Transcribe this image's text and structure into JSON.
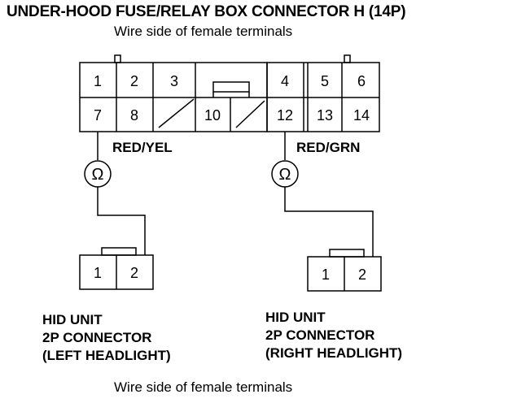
{
  "header": {
    "title": "UNDER-HOOD FUSE/RELAY BOX CONNECTOR H (14P)",
    "subtitle": "Wire side of female terminals"
  },
  "connector_h": {
    "pins_top": [
      "1",
      "2",
      "3",
      "4",
      "5",
      "6"
    ],
    "pins_bottom": [
      "7",
      "8",
      "10",
      "12",
      "13",
      "14"
    ]
  },
  "wires": {
    "left_color": "RED/YEL",
    "right_color": "RED/GRN"
  },
  "meters": {
    "symbol": "Ω"
  },
  "left_unit": {
    "pins": [
      "1",
      "2"
    ],
    "line1": "HID UNIT",
    "line2": "2P CONNECTOR",
    "line3": "(LEFT HEADLIGHT)"
  },
  "right_unit": {
    "pins": [
      "1",
      "2"
    ],
    "line1": "HID UNIT",
    "line2": "2P CONNECTOR",
    "line3": "(RIGHT HEADLIGHT)"
  },
  "footer": {
    "note": "Wire side of female terminals"
  }
}
